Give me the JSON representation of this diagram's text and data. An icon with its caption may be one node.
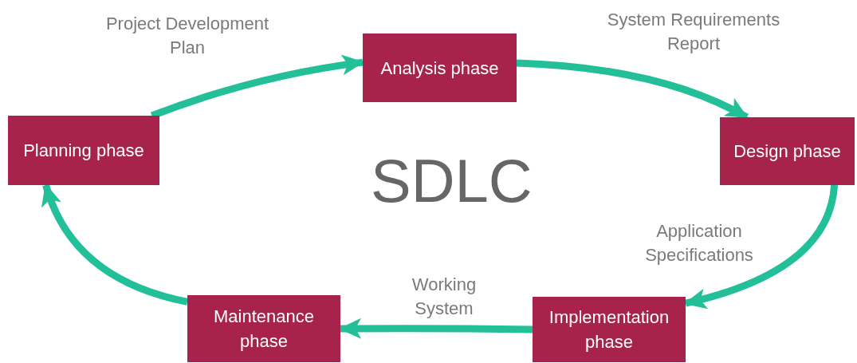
{
  "diagram": {
    "title": "SDLC",
    "nodes": [
      {
        "text": [
          "Planning phase"
        ]
      },
      {
        "text": [
          "Analysis phase"
        ]
      },
      {
        "text": [
          "Design phase"
        ]
      },
      {
        "text": [
          "Implementation phase"
        ]
      },
      {
        "text": [
          "Maintenance phase"
        ]
      }
    ],
    "edges": [
      {
        "from": 0,
        "to": 1,
        "arrow": "to",
        "label": "Project Development Plan"
      },
      {
        "from": 1,
        "to": 2,
        "arrow": "to",
        "label": "System Requirements Report"
      },
      {
        "from": 2,
        "to": 3,
        "arrow": "to",
        "label": "Application Specifications"
      },
      {
        "from": 3,
        "to": 4,
        "arrow": "to",
        "label": "Working System"
      },
      {
        "from": 4,
        "to": 0,
        "arrow": "to"
      }
    ]
  }
}
